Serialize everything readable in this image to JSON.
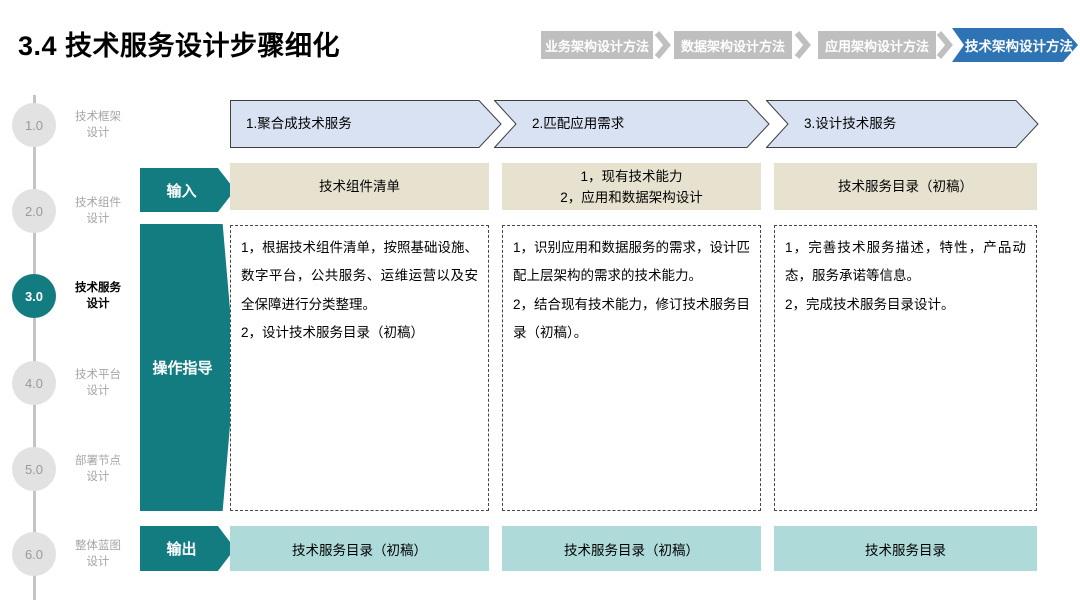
{
  "title": "3.4 技术服务设计步骤细化",
  "method_tabs": [
    {
      "label": "业务架构设计方法",
      "active": false
    },
    {
      "label": "数据架构设计方法",
      "active": false
    },
    {
      "label": "应用架构设计方法",
      "active": false
    },
    {
      "label": "技术架构设计方法",
      "active": true
    }
  ],
  "timeline": [
    {
      "num": "1.0",
      "label": "技术框架\n设计",
      "active": false
    },
    {
      "num": "2.0",
      "label": "技术组件\n设计",
      "active": false
    },
    {
      "num": "3.0",
      "label": "技术服务\n设计",
      "active": true
    },
    {
      "num": "4.0",
      "label": "技术平台\n设计",
      "active": false
    },
    {
      "num": "5.0",
      "label": "部署节点\n设计",
      "active": false
    },
    {
      "num": "6.0",
      "label": "整体蓝图\n设计",
      "active": false
    }
  ],
  "row_labels": {
    "input": "输入",
    "guide": "操作指导",
    "output": "输出"
  },
  "columns": [
    {
      "header": "1.聚合成技术服务",
      "input": [
        "技术组件清单"
      ],
      "guide": [
        "1，根据技术组件清单，按照基础设施、数字平台，公共服务、运维运营以及安全保障进行分类整理。",
        "2，设计技术服务目录（初稿）"
      ],
      "output": "技术服务目录（初稿）"
    },
    {
      "header": "2.匹配应用需求",
      "input": [
        "1，现有技术能力",
        "2，应用和数据架构设计"
      ],
      "guide": [
        "1，识别应用和数据服务的需求，设计匹配上层架构的需求的技术能力。",
        "2，结合现有技术能力，修订技术服务目录（初稿）。"
      ],
      "output": "技术服务目录（初稿）"
    },
    {
      "header": "3.设计技术服务",
      "input": [
        "技术服务目录（初稿）"
      ],
      "guide": [
        "1，完善技术服务描述，特性，产品动态，服务承诺等信息。",
        "2，完成技术服务目录设计。"
      ],
      "output": "技术服务目录"
    }
  ],
  "colors": {
    "teal_accent": "#127C80",
    "tab_active_blue": "#2E74B5",
    "tab_inactive_gray": "#BFBFBF",
    "header_fill_blue": "#D9E2F3",
    "input_fill_beige": "#E6E2CF",
    "output_fill_teal": "#AEDAD9"
  }
}
